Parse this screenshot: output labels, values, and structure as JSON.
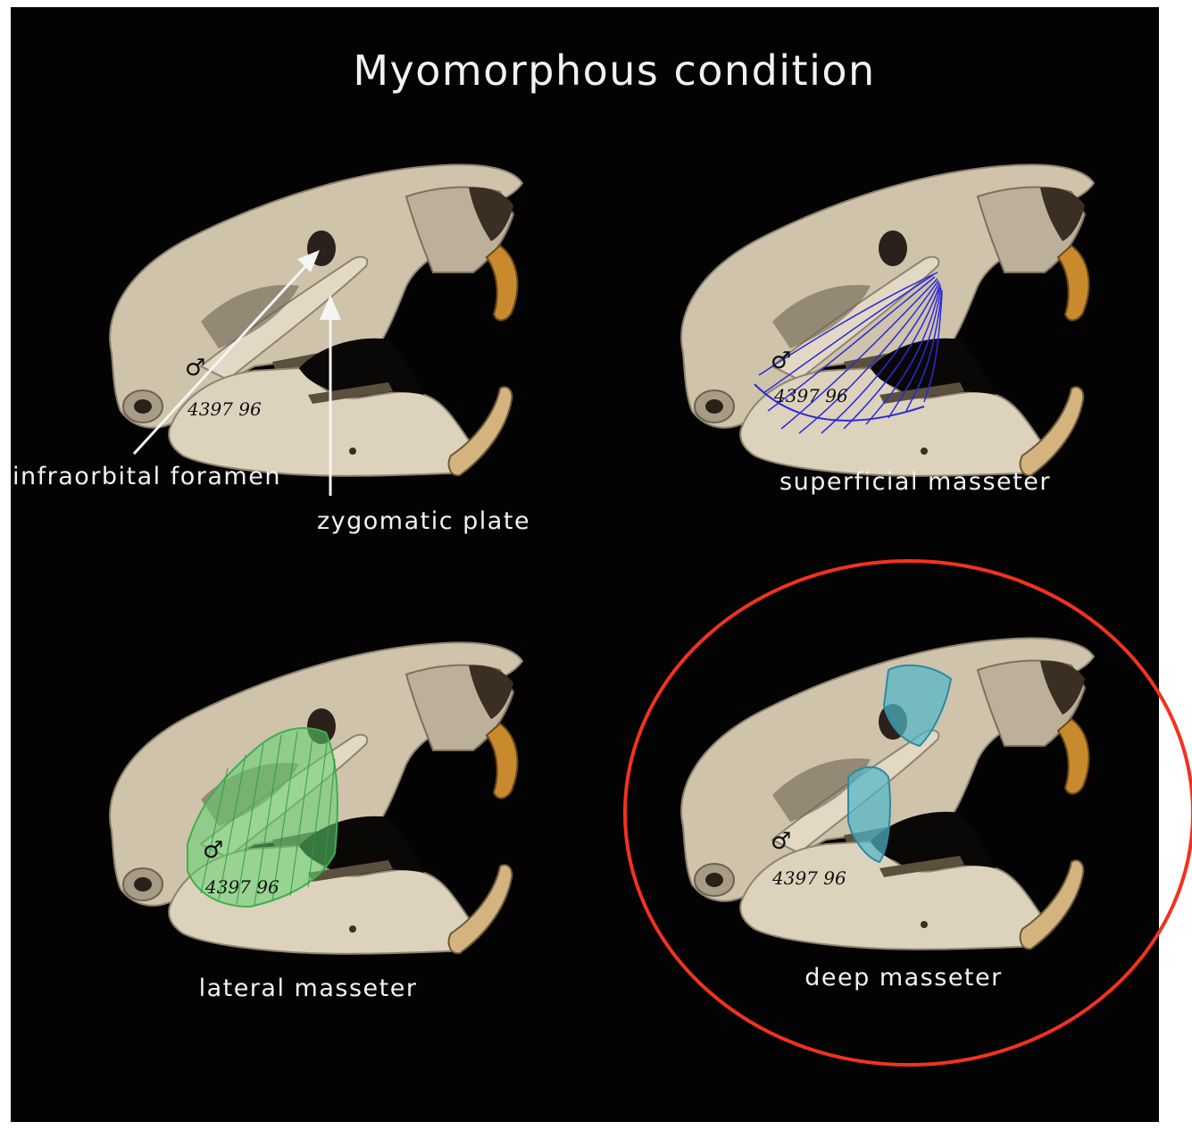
{
  "title": "Myomorphous condition",
  "colors": {
    "background": "#030303",
    "bone": "#cfc3ab",
    "bone_shadow": "#8f8470",
    "incisor": "#c98a2e",
    "superficial_masseter": "#2a2ad8",
    "lateral_masseter": "#5fd36f",
    "deep_masseter": "#4fb6c9",
    "highlight_circle": "#f2321e"
  },
  "panels": [
    {
      "id": "basic",
      "specimen_label": "4397 96",
      "sex_symbol": "♂",
      "annotations": [
        {
          "text": "infraorbital foramen"
        },
        {
          "text": "zygomatic plate"
        }
      ]
    },
    {
      "id": "superficial",
      "caption": "superficial masseter",
      "specimen_label": "4397 96",
      "sex_symbol": "♂"
    },
    {
      "id": "lateral",
      "caption": "lateral masseter",
      "specimen_label": "4397 96",
      "sex_symbol": "♂"
    },
    {
      "id": "deep",
      "caption": "deep masseter",
      "specimen_label": "4397 96",
      "sex_symbol": "♂",
      "highlighted": true
    }
  ]
}
